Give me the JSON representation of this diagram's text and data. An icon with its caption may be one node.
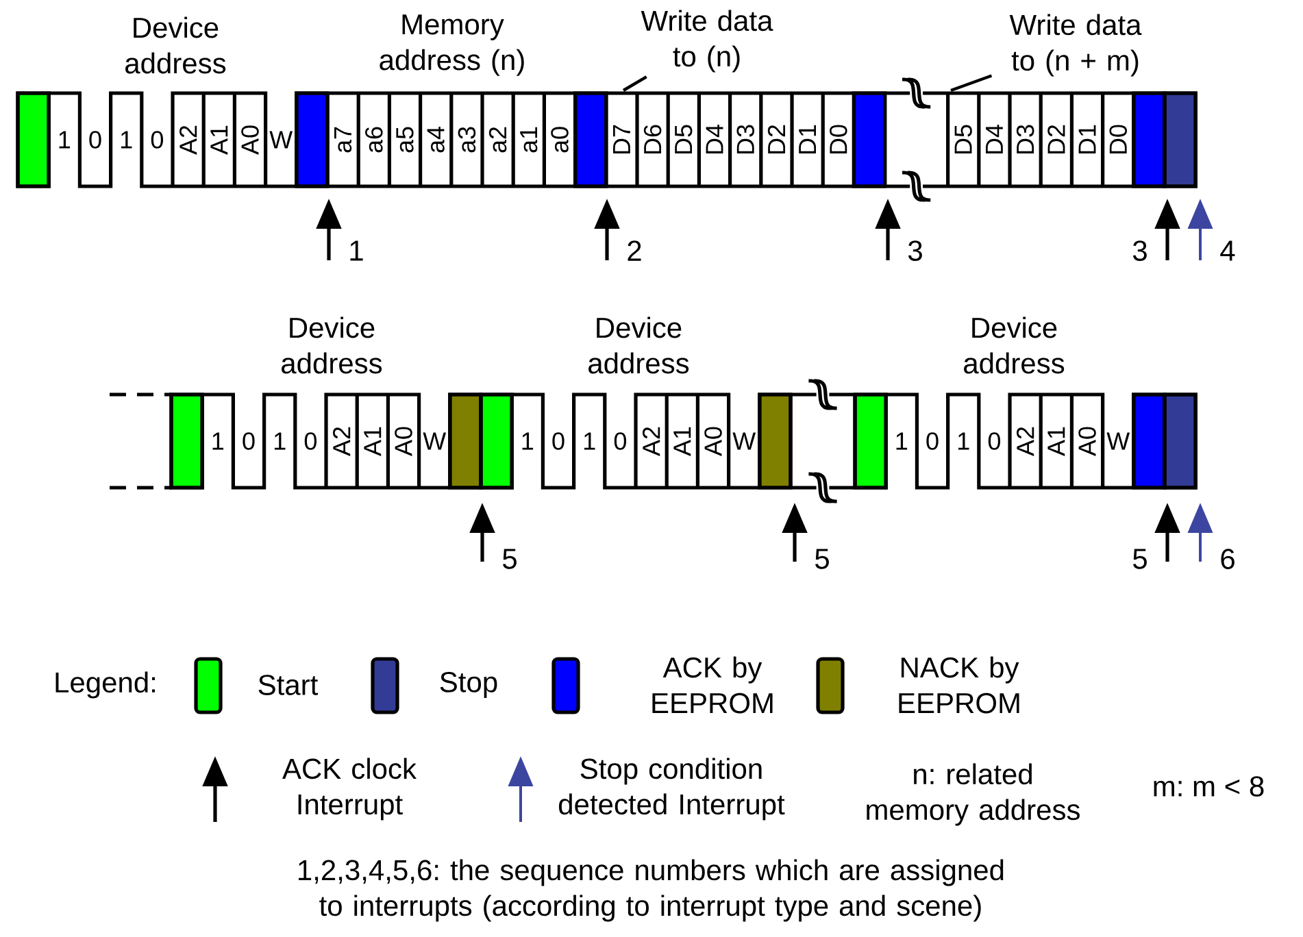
{
  "diagram": {
    "nodes": [
      {
        "text": [
          "Write data to (n)"
        ]
      },
      {
        "text": [
          "Write data to (n + m)"
        ]
      }
    ],
    "edges": [
      {
        "from": 0,
        "to": null,
        "arrow": "none"
      },
      {
        "from": 1,
        "to": null,
        "arrow": "none"
      }
    ],
    "labels": [
      "Device address",
      "Memory address (n)",
      "1",
      "0",
      "1",
      "0",
      "A2",
      "A1",
      "A0",
      "W",
      "a7",
      "a6",
      "a5",
      "a4",
      "a3",
      "a2",
      "a1",
      "a0",
      "D7",
      "D6",
      "D5",
      "D4",
      "D3",
      "D2",
      "D1",
      "D0",
      "D5",
      "D4",
      "D3",
      "D2",
      "D1",
      "D0",
      "1",
      "2",
      "3",
      "3",
      "4",
      "Device address",
      "Device address",
      "Device address",
      "1",
      "0",
      "1",
      "0",
      "A2",
      "A1",
      "A0",
      "W",
      "1",
      "0",
      "1",
      "0",
      "A2",
      "A1",
      "A0",
      "W",
      "1",
      "0",
      "1",
      "0",
      "A2",
      "A1",
      "A0",
      "W",
      "5",
      "5",
      "5",
      "6",
      "Legend:",
      "n: related memory address",
      "m: m < 8",
      "1,2,3,4,5,6: the sequence numbers which are assigned to interrupts (according to interrupt type and scene)"
    ],
    "legend": [
      {
        "text": "Start",
        "color": "#00ff00"
      },
      {
        "text": "Stop",
        "color": "#323c96"
      },
      {
        "text": "ACK by EEPROM",
        "color": "#0000ff"
      },
      {
        "text": "NACK by EEPROM",
        "color": "#808000"
      },
      {
        "text": "ACK clock Interrupt"
      },
      {
        "text": "Stop condition detected Interrupt"
      }
    ]
  }
}
